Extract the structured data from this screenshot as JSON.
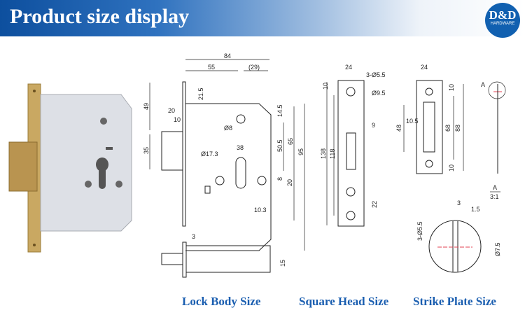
{
  "header": {
    "title": "Product size display"
  },
  "logo": {
    "line1": "D&D",
    "line2": "HARDWARE"
  },
  "captions": {
    "lock_body": "Lock Body Size",
    "square_head": "Square Head Size",
    "strike_plate": "Strike Plate Size"
  },
  "lock_body_dims": {
    "d84": "84",
    "d55": "55",
    "d29": "(29)",
    "d21_5": "21.5",
    "d49": "49",
    "d20": "20",
    "d10": "10",
    "d35": "35",
    "d8dia": "Ø8",
    "d14_5": "14.5",
    "d50_5": "50.5",
    "d65": "65",
    "d95": "95",
    "d38": "38",
    "d17_3": "Ø17.3",
    "d8": "8",
    "d20b": "20",
    "d10_3": "10.3",
    "d3": "3",
    "d15": "15"
  },
  "square_head_dims": {
    "d24": "24",
    "d3_5_5": "3-Ø5.5",
    "d9_5": "Ø9.5",
    "d10": "10",
    "d9": "9",
    "d138": "138",
    "d118": "118",
    "d22": "22"
  },
  "strike_plate_dims": {
    "d24": "24",
    "d10a": "10",
    "d10b": "10",
    "d48": "48",
    "d10_5": "10.5",
    "d68": "68",
    "d88": "88",
    "detail": "A",
    "scale_a": "A",
    "scale": "3:1",
    "d3": "3",
    "d1_5": "1.5",
    "d3_5_5": "3-Ø5.5",
    "d7_5": "Ø7.5"
  },
  "colors": {
    "brand": "#1160b0",
    "caption": "#1a5eb0"
  }
}
